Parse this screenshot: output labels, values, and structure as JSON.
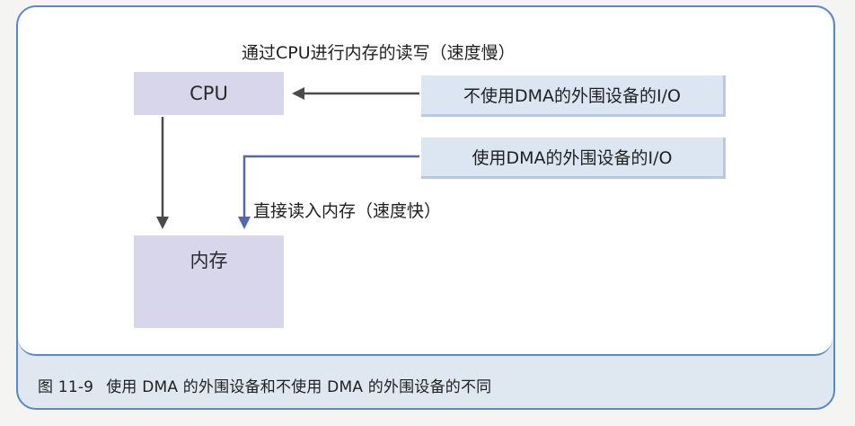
{
  "diagram": {
    "top_label": "通过CPU进行内存的读写（速度慢）",
    "cpu_label": "CPU",
    "memory_label": "内存",
    "device_no_dma": "不使用DMA的外围设备的I/O",
    "device_dma": "使用DMA的外围设备的I/O",
    "direct_label": "直接读入内存（速度快）"
  },
  "caption": {
    "figure_number": "图 11-9",
    "text": "使用 DMA 的外围设备和不使用 DMA 的外围设备的不同"
  },
  "colors": {
    "frame": "#5a88c6",
    "box_fill": "#d8d6ea",
    "device_fill": "#dce6f3",
    "arrow_gray": "#4a4a4a",
    "arrow_blue": "#5566b0"
  }
}
